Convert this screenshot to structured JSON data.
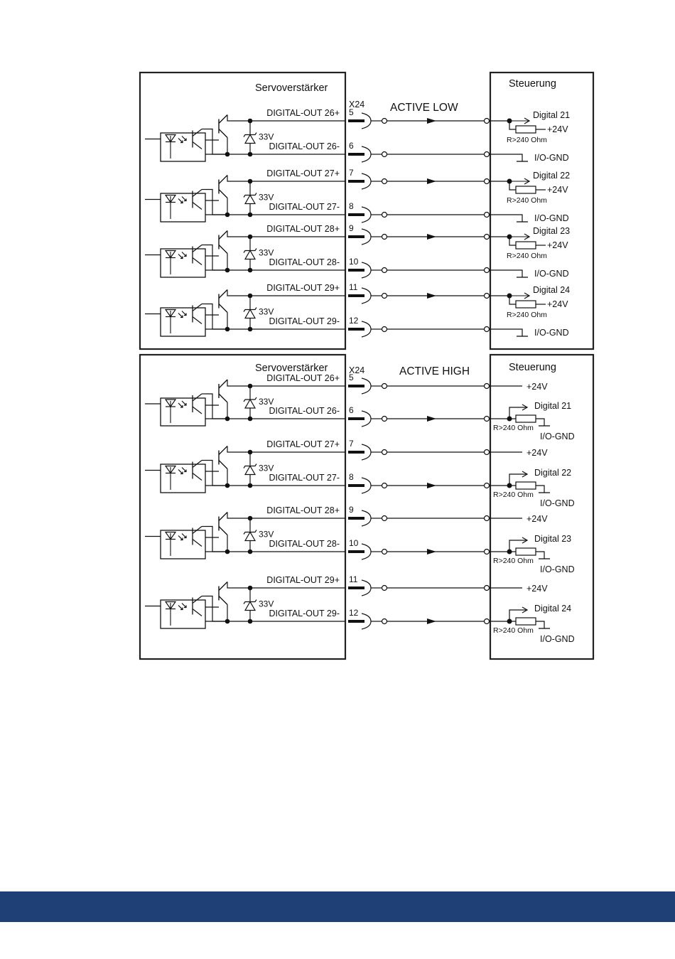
{
  "colors": {
    "footer": "#1f3f77",
    "line": "#111111"
  },
  "icons": [
    "photodiode-icon",
    "transistor-icon",
    "zener-diode-icon",
    "connector-pin-icon",
    "resistor-icon",
    "ground-icon",
    "arrow-icon"
  ],
  "panels": [
    {
      "mode": "ACTIVE LOW",
      "left_title": "Servoverstärker",
      "right_title": "Steuerung",
      "connector": "X24",
      "channels": [
        {
          "pos_label": "DIGITAL-OUT 26+",
          "neg_label": "DIGITAL-OUT 26-",
          "pin_pos": "5",
          "pin_neg": "6",
          "zener": "33V",
          "input": "Digital 21",
          "supply": "+24V",
          "resistor": "R>240 Ohm",
          "gnd": "I/O-GND"
        },
        {
          "pos_label": "DIGITAL-OUT 27+",
          "neg_label": "DIGITAL-OUT 27-",
          "pin_pos": "7",
          "pin_neg": "8",
          "zener": "33V",
          "input": "Digital 22",
          "supply": "+24V",
          "resistor": "R>240 Ohm",
          "gnd": "I/O-GND"
        },
        {
          "pos_label": "DIGITAL-OUT 28+",
          "neg_label": "DIGITAL-OUT 28-",
          "pin_pos": "9",
          "pin_neg": "10",
          "zener": "33V",
          "input": "Digital 23",
          "supply": "+24V",
          "resistor": "R>240 Ohm",
          "gnd": "I/O-GND"
        },
        {
          "pos_label": "DIGITAL-OUT 29+",
          "neg_label": "DIGITAL-OUT 29-",
          "pin_pos": "11",
          "pin_neg": "12",
          "zener": "33V",
          "input": "Digital 24",
          "supply": "+24V",
          "resistor": "R>240 Ohm",
          "gnd": "I/O-GND"
        }
      ]
    },
    {
      "mode": "ACTIVE HIGH",
      "left_title": "Servoverstärker",
      "right_title": "Steuerung",
      "connector": "X24",
      "channels": [
        {
          "pos_label": "DIGITAL-OUT 26+",
          "neg_label": "DIGITAL-OUT 26-",
          "pin_pos": "5",
          "pin_neg": "6",
          "zener": "33V",
          "input": "Digital 21",
          "supply": "+24V",
          "resistor": "R>240 Ohm",
          "gnd": "I/O-GND"
        },
        {
          "pos_label": "DIGITAL-OUT 27+",
          "neg_label": "DIGITAL-OUT 27-",
          "pin_pos": "7",
          "pin_neg": "8",
          "zener": "33V",
          "input": "Digital 22",
          "supply": "+24V",
          "resistor": "R>240 Ohm",
          "gnd": "I/O-GND"
        },
        {
          "pos_label": "DIGITAL-OUT 28+",
          "neg_label": "DIGITAL-OUT 28-",
          "pin_pos": "9",
          "pin_neg": "10",
          "zener": "33V",
          "input": "Digital 23",
          "supply": "+24V",
          "resistor": "R>240 Ohm",
          "gnd": "I/O-GND"
        },
        {
          "pos_label": "DIGITAL-OUT 29+",
          "neg_label": "DIGITAL-OUT 29-",
          "pin_pos": "11",
          "pin_neg": "12",
          "zener": "33V",
          "input": "Digital 24",
          "supply": "+24V",
          "resistor": "R>240 Ohm",
          "gnd": "I/O-GND"
        }
      ]
    }
  ]
}
